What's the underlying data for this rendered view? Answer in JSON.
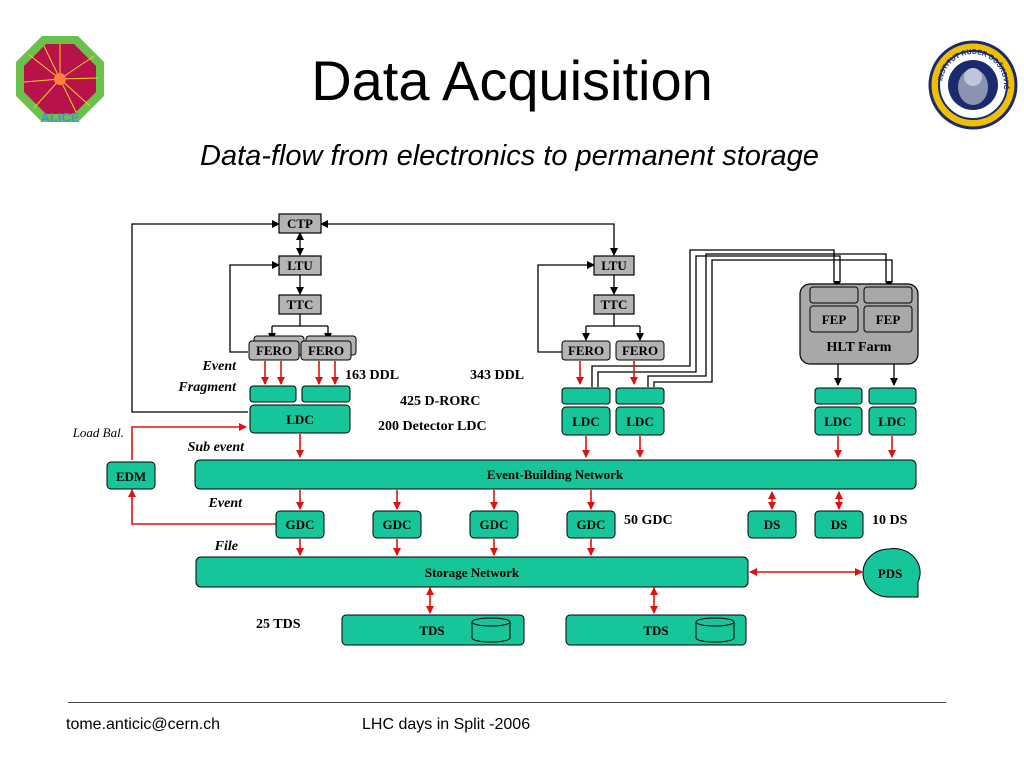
{
  "slide": {
    "title": "Data Acquisition",
    "subtitle": "Data-flow from electronics to permanent storage",
    "footer_left": "tome.anticic@cern.ch",
    "footer_center": "LHC days in Split -2006"
  },
  "logos": {
    "left_text": "ALICE",
    "right_text": "INSTITUT RUĐER BOŠKOVIĆ"
  },
  "diagram": {
    "ctp": "CTP",
    "ltu": "LTU",
    "ttc": "TTC",
    "fero": "FERO",
    "fep": "FEP",
    "hlt_farm": "HLT Farm",
    "ldc": "LDC",
    "edm": "EDM",
    "ebn": "Event-Building Network",
    "gdc": "GDC",
    "ds": "DS",
    "storage_network": "Storage Network",
    "pds": "PDS",
    "tds": "TDS",
    "notes": {
      "event_fragment_1": "Event",
      "event_fragment_2": "Fragment",
      "ddl_163": "163 DDL",
      "ddl_343": "343 DDL",
      "rorc": "425 D-RORC",
      "detector_ldc": "200 Detector LDC",
      "load_bal": "Load Bal.",
      "sub_event": "Sub event",
      "event": "Event",
      "file": "File",
      "gdc_count": "50 GDC",
      "ds_count": "10 DS",
      "tds_count": "25 TDS"
    }
  },
  "colors": {
    "green": "#17c59a",
    "gray_box": "#b4b4b4",
    "hlt_gray": "#a8a8a8",
    "red_arrow": "#e01010"
  }
}
